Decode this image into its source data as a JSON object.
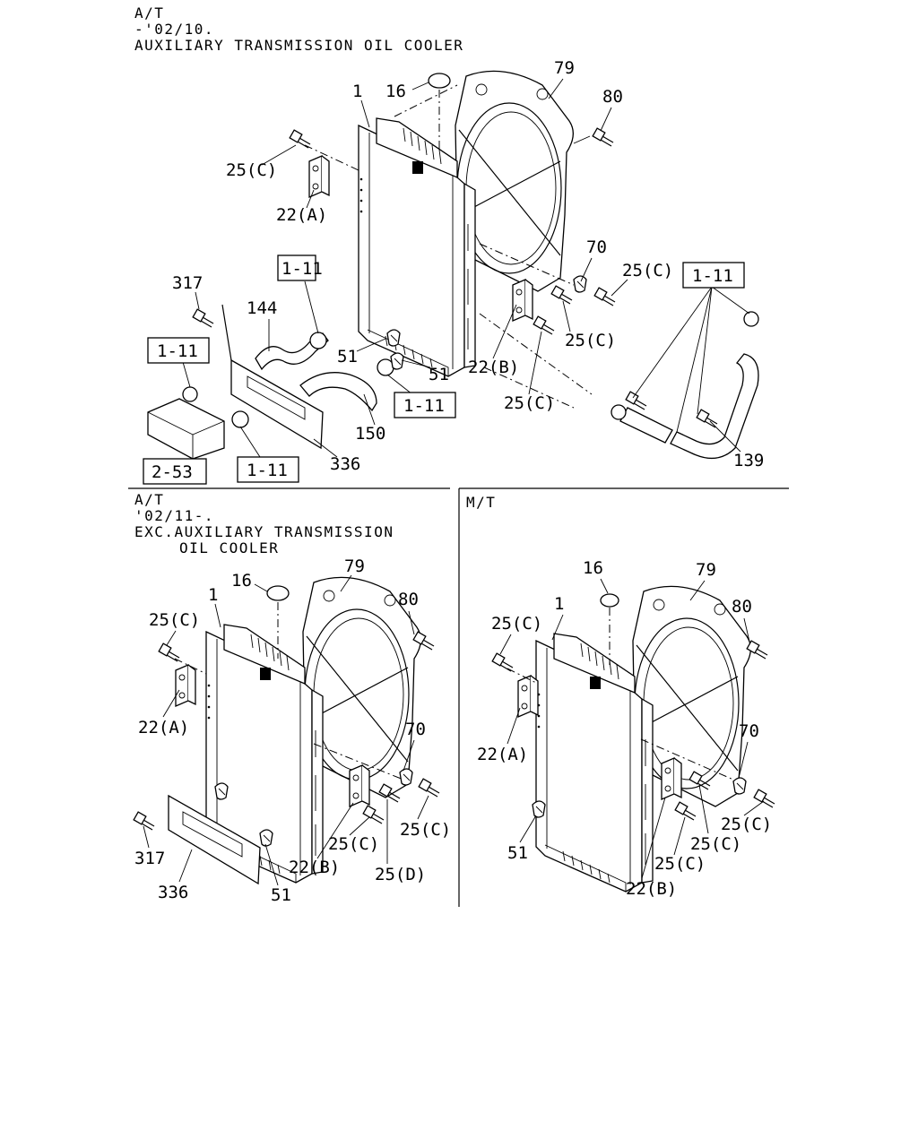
{
  "sections": {
    "top": {
      "header": [
        "A/T",
        "-'02/10.",
        "AUXILIARY TRANSMISSION OIL COOLER"
      ],
      "labels": {
        "p1": "1",
        "p16": "16",
        "p79": "79",
        "p80": "80",
        "p25c_a": "25(C)",
        "p22a": "22(A)",
        "p70": "70",
        "p25c_b": "25(C)",
        "p317": "317",
        "p144": "144",
        "p25c_c": "25(C)",
        "p51_a": "51",
        "p51_b": "51",
        "p22b": "22(B)",
        "p25c_d": "25(C)",
        "p150": "150",
        "p336": "336",
        "p139": "139"
      },
      "refs": {
        "r1": "1-11",
        "r2": "1-11",
        "r3": "1-11",
        "r4": "1-11",
        "r5": "1-11",
        "r6": "2-53"
      }
    },
    "bottom_left": {
      "header": [
        "A/T",
        "'02/11-.",
        "EXC.AUXILIARY TRANSMISSION",
        "OIL COOLER"
      ],
      "labels": {
        "p16": "16",
        "p79": "79",
        "p1": "1",
        "p25c_a": "25(C)",
        "p80": "80",
        "p22a": "22(A)",
        "p70": "70",
        "p317": "317",
        "p25c_b": "25(C)",
        "p25c_c": "25(C)",
        "p22b": "22(B)",
        "p25d": "25(D)",
        "p336": "336",
        "p51": "51"
      }
    },
    "bottom_right": {
      "header": [
        "M/T"
      ],
      "labels": {
        "p16": "16",
        "p79": "79",
        "p1": "1",
        "p25c_a": "25(C)",
        "p80": "80",
        "p22a": "22(A)",
        "p70": "70",
        "p25c_b": "25(C)",
        "p25c_c": "25(C)",
        "p51": "51",
        "p25c_d": "25(C)",
        "p22b": "22(B)"
      }
    }
  }
}
